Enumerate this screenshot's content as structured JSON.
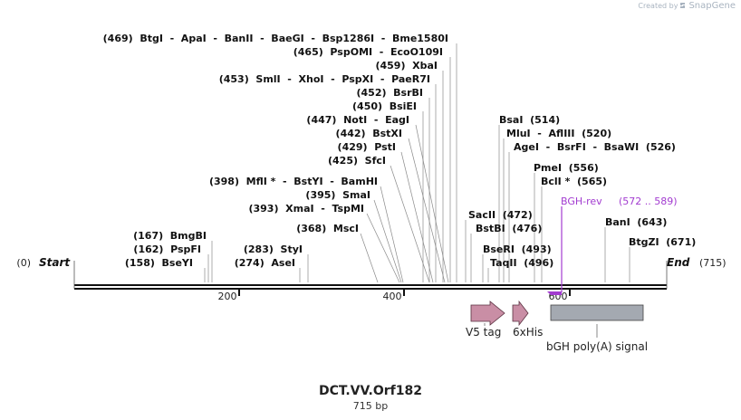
{
  "credit": {
    "prefix": "Created by",
    "brand": "SnapGene"
  },
  "sequence": {
    "name": "DCT.VV.Orf182",
    "length_label": "715 bp",
    "start_label": "Start",
    "start_pos": "(0)",
    "end_label": "End",
    "end_pos": "(715)"
  },
  "ruler": {
    "ticks": [
      "200",
      "400",
      "600"
    ]
  },
  "sites": [
    {
      "label": "(469)  BtgI  -  ApaI  -  BanII  -  BaeGI  -  Bsp1286I  -  Bme1580I",
      "pos": 469
    },
    {
      "label": "(465)  PspOMI  -  EcoO109I",
      "pos": 465
    },
    {
      "label": "(459)  XbaI",
      "pos": 459
    },
    {
      "label": "(453)  SmlI  -  XhoI  -  PspXI  -  PaeR7I",
      "pos": 453
    },
    {
      "label": "(452)  BsrBI",
      "pos": 452
    },
    {
      "label": "(450)  BsiEI",
      "pos": 450
    },
    {
      "label": "(447)  NotI  -  EagI",
      "pos": 447
    },
    {
      "label": "(442)  BstXI",
      "pos": 442
    },
    {
      "label": "(429)  PstI",
      "pos": 429
    },
    {
      "label": "(425)  SfcI",
      "pos": 425
    },
    {
      "label": "(398)  MflI *  -  BstYI  -  BamHI",
      "pos": 398
    },
    {
      "label": "(395)  SmaI",
      "pos": 395
    },
    {
      "label": "(393)  XmaI  -  TspMI",
      "pos": 393
    },
    {
      "label": "(368)  MscI",
      "pos": 368
    },
    {
      "label": "(283)  StyI",
      "pos": 283
    },
    {
      "label": "(274)  AseI",
      "pos": 274
    },
    {
      "label": "(167)  BmgBI",
      "pos": 167
    },
    {
      "label": "(162)  PspFI",
      "pos": 162
    },
    {
      "label": "(158)  BseYI",
      "pos": 158
    },
    {
      "label": "BsaI  (514)",
      "pos": 514
    },
    {
      "label": "MluI  -  AflIII  (520)",
      "pos": 520
    },
    {
      "label": "AgeI  -  BsrFI  -  BsaWI  (526)",
      "pos": 526
    },
    {
      "label": "PmeI  (556)",
      "pos": 556
    },
    {
      "label": "BclI *  (565)",
      "pos": 565
    },
    {
      "label": "SacII  (472)",
      "pos": 472
    },
    {
      "label": "BstBI  (476)",
      "pos": 476
    },
    {
      "label": "BseRI  (493)",
      "pos": 493
    },
    {
      "label": "TaqII  (496)",
      "pos": 496
    },
    {
      "label": "BanI  (643)",
      "pos": 643
    },
    {
      "label": "BtgZI  (671)",
      "pos": 671
    }
  ],
  "primer": {
    "name": "BGH-rev",
    "range": "(572 .. 589)",
    "color": "#a23bd0"
  },
  "features": [
    {
      "name": "V5 tag",
      "color": "#c98ea5"
    },
    {
      "name": "6xHis",
      "color": "#c98ea5"
    },
    {
      "name": "bGH poly(A) signal",
      "color": "#a4a9b1"
    }
  ]
}
